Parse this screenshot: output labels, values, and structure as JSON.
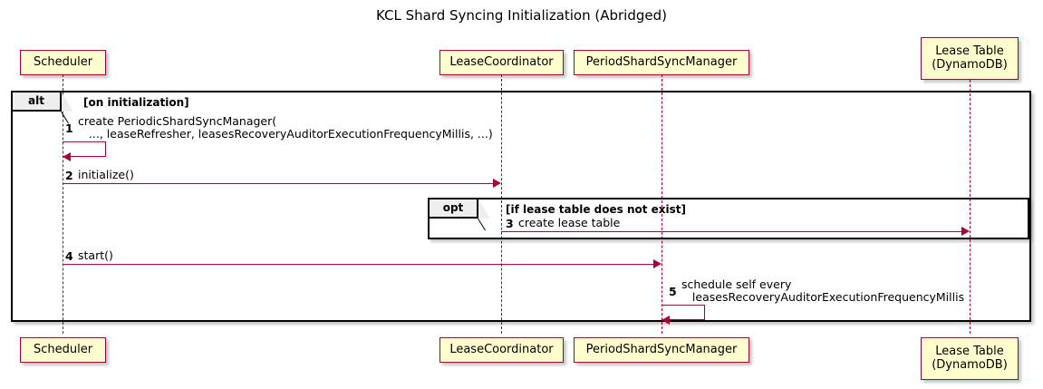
{
  "diagram": {
    "title": "KCL Shard Syncing Initialization (Abridged)",
    "type": "sequence-diagram",
    "colors": {
      "participant_fill": "#FEFECE",
      "participant_border": "#A80036",
      "arrow": "#A80036",
      "frame_border": "#000000",
      "frame_tab_fill": "#EEEEEE",
      "background": "#FFFFFF"
    }
  },
  "participants": [
    {
      "id": "scheduler",
      "label": "Scheduler"
    },
    {
      "id": "leasecoord",
      "label": "LeaseCoordinator"
    },
    {
      "id": "pssm",
      "label": "PeriodShardSyncManager"
    },
    {
      "id": "leasetable",
      "label": "Lease Table\n(DynamoDB)"
    }
  ],
  "fragments": [
    {
      "id": "alt",
      "kind": "alt",
      "guard": "[on initialization]"
    },
    {
      "id": "opt",
      "kind": "opt",
      "guard": "[if lease table does not exist]"
    }
  ],
  "messages": [
    {
      "num": "1",
      "from": "scheduler",
      "to": "scheduler",
      "self": true,
      "text": "create PeriodicShardSyncManager(\n   ..., leaseRefresher, leasesRecoveryAuditorExecutionFrequencyMillis, ...)"
    },
    {
      "num": "2",
      "from": "scheduler",
      "to": "leasecoord",
      "self": false,
      "text": "initialize()"
    },
    {
      "num": "3",
      "from": "leasecoord",
      "to": "leasetable",
      "self": false,
      "text": "create lease table"
    },
    {
      "num": "4",
      "from": "scheduler",
      "to": "pssm",
      "self": false,
      "text": "start()"
    },
    {
      "num": "5",
      "from": "pssm",
      "to": "pssm",
      "self": true,
      "text": "schedule self every\n   leasesRecoveryAuditorExecutionFrequencyMillis"
    }
  ]
}
